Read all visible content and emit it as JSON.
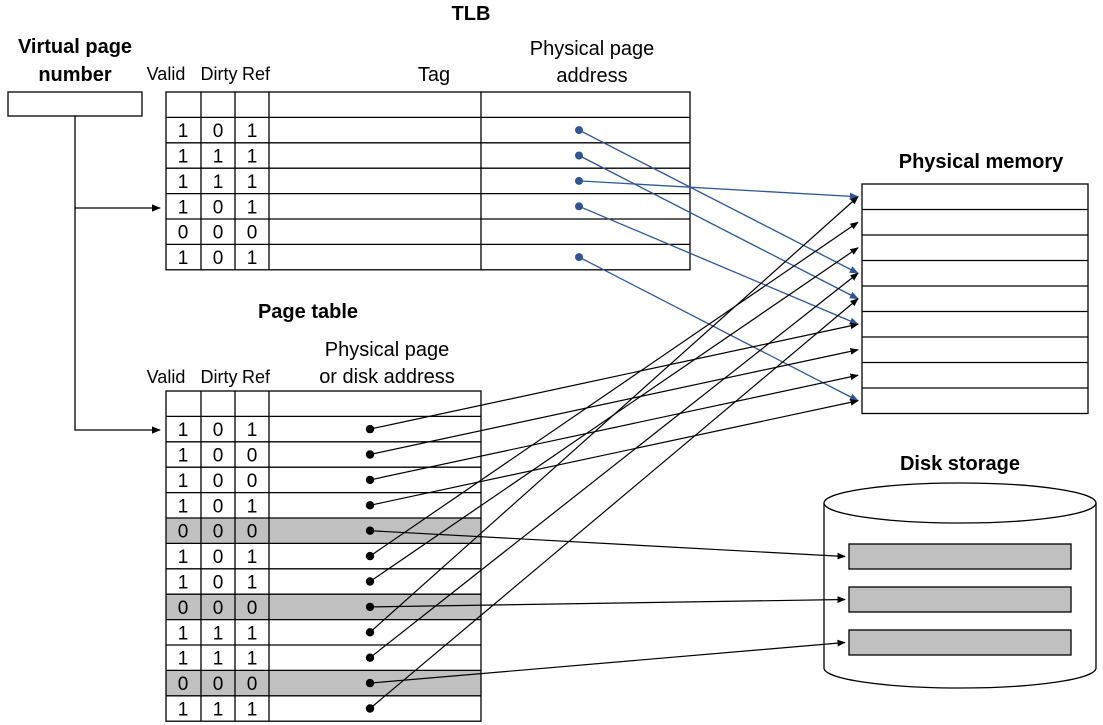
{
  "labels": {
    "tlb_title": "TLB",
    "vpn_line1": "Virtual page",
    "vpn_line2": "number",
    "page_table_title": "Page table",
    "physical_memory_title": "Physical memory",
    "disk_storage_title": "Disk storage"
  },
  "tlb": {
    "columns": [
      "Valid",
      "Dirty",
      "Ref",
      "Tag",
      "Physical page address"
    ],
    "ppa_line1": "Physical page",
    "ppa_line2": "address",
    "rows": [
      {
        "valid": "1",
        "dirty": "0",
        "ref": "1",
        "maps_to_memory": 3
      },
      {
        "valid": "1",
        "dirty": "1",
        "ref": "1",
        "maps_to_memory": 4
      },
      {
        "valid": "1",
        "dirty": "1",
        "ref": "1",
        "maps_to_memory": 0
      },
      {
        "valid": "1",
        "dirty": "0",
        "ref": "1",
        "maps_to_memory": 5
      },
      {
        "valid": "0",
        "dirty": "0",
        "ref": "0",
        "maps_to_memory": null
      },
      {
        "valid": "1",
        "dirty": "0",
        "ref": "1",
        "maps_to_memory": 8
      }
    ]
  },
  "page_table": {
    "columns": [
      "Valid",
      "Dirty",
      "Ref",
      "Physical page or disk address"
    ],
    "ppda_line1": "Physical page",
    "ppda_line2": "or disk address",
    "rows": [
      {
        "valid": "1",
        "dirty": "0",
        "ref": "1",
        "target": "memory",
        "index": 5
      },
      {
        "valid": "1",
        "dirty": "0",
        "ref": "0",
        "target": "memory",
        "index": 6
      },
      {
        "valid": "1",
        "dirty": "0",
        "ref": "0",
        "target": "memory",
        "index": 7
      },
      {
        "valid": "1",
        "dirty": "0",
        "ref": "1",
        "target": "memory",
        "index": 8
      },
      {
        "valid": "0",
        "dirty": "0",
        "ref": "0",
        "target": "disk",
        "index": 0
      },
      {
        "valid": "1",
        "dirty": "0",
        "ref": "1",
        "target": "memory",
        "index": 1
      },
      {
        "valid": "1",
        "dirty": "0",
        "ref": "1",
        "target": "memory",
        "index": 2
      },
      {
        "valid": "0",
        "dirty": "0",
        "ref": "0",
        "target": "disk",
        "index": 1
      },
      {
        "valid": "1",
        "dirty": "1",
        "ref": "1",
        "target": "memory",
        "index": 0
      },
      {
        "valid": "1",
        "dirty": "1",
        "ref": "1",
        "target": "memory",
        "index": 3
      },
      {
        "valid": "0",
        "dirty": "0",
        "ref": "0",
        "target": "disk",
        "index": 2
      },
      {
        "valid": "1",
        "dirty": "1",
        "ref": "1",
        "target": "memory",
        "index": 4
      }
    ]
  },
  "physical_memory": {
    "row_count": 9
  },
  "disk": {
    "block_count": 3
  },
  "colors": {
    "tlb_arrow": "#2f5596",
    "table_arrow": "#000000",
    "invalid_row": "#c0c0c0",
    "disk_block": "#c0c0c0"
  }
}
